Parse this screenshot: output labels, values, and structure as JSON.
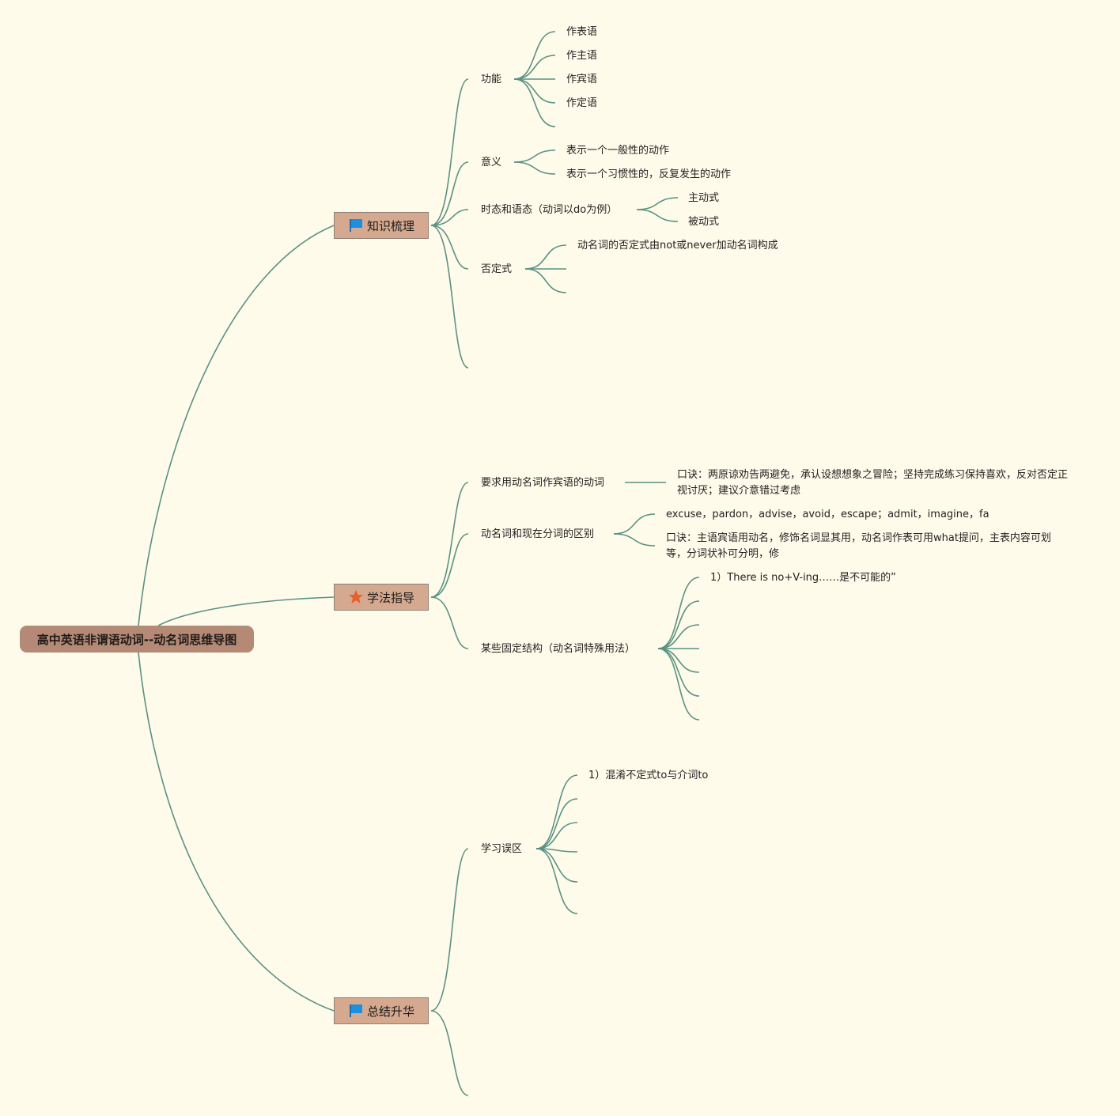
{
  "root": {
    "title": "高中英语非谓语动词--动名词思维导图"
  },
  "branches": [
    {
      "label": "知识梳理",
      "icon": "blue-flag-icon"
    },
    {
      "label": "学法指导",
      "icon": "orange-star-icon"
    },
    {
      "label": "总结升华",
      "icon": "blue-flag-icon"
    }
  ],
  "knowledge": {
    "function": {
      "label": "功能",
      "items": [
        "作表语",
        "作主语",
        "作宾语",
        "作定语"
      ]
    },
    "meaning": {
      "label": "意义",
      "items": [
        "表示一个一般性的动作",
        "表示一个习惯性的，反复发生的动作"
      ]
    },
    "tense_voice": {
      "label": "时态和语态（动词以do为例）",
      "items": [
        "主动式",
        "被动式"
      ]
    },
    "negative": {
      "label": "否定式",
      "items": [
        "动名词的否定式由not或never加动名词构成"
      ]
    }
  },
  "method": {
    "object_verbs": {
      "label": "要求用动名词作宾语的动词",
      "note": "口诀：两原谅劝告两避免，承认设想想象之冒险；坚持完成练习保持喜欢，反对否定正视讨厌；建议介意错过考虑"
    },
    "difference": {
      "label": "动名词和现在分词的区别",
      "items": [
        "excuse，pardon，advise，avoid，escape；admit，imagine，fa",
        "口诀：主语宾语用动名，修饰名词显其用，动名词作表可用what提问，主表内容可划等，分词状补可分明，修"
      ]
    },
    "fixed": {
      "label": "某些固定结构（动名词特殊用法）",
      "items": [
        "1）There is no+V-ing……是不可能的”"
      ]
    }
  },
  "summary": {
    "mistakes": {
      "label": "学习误区",
      "items": [
        "1）混淆不定式to与介词to"
      ]
    }
  },
  "colors": {
    "background": "#fffbea",
    "link": "#5a9283",
    "root": "#b48a76",
    "branch": "#d5a98f",
    "flag": "#1d8fe0",
    "star": "#e8602c"
  }
}
